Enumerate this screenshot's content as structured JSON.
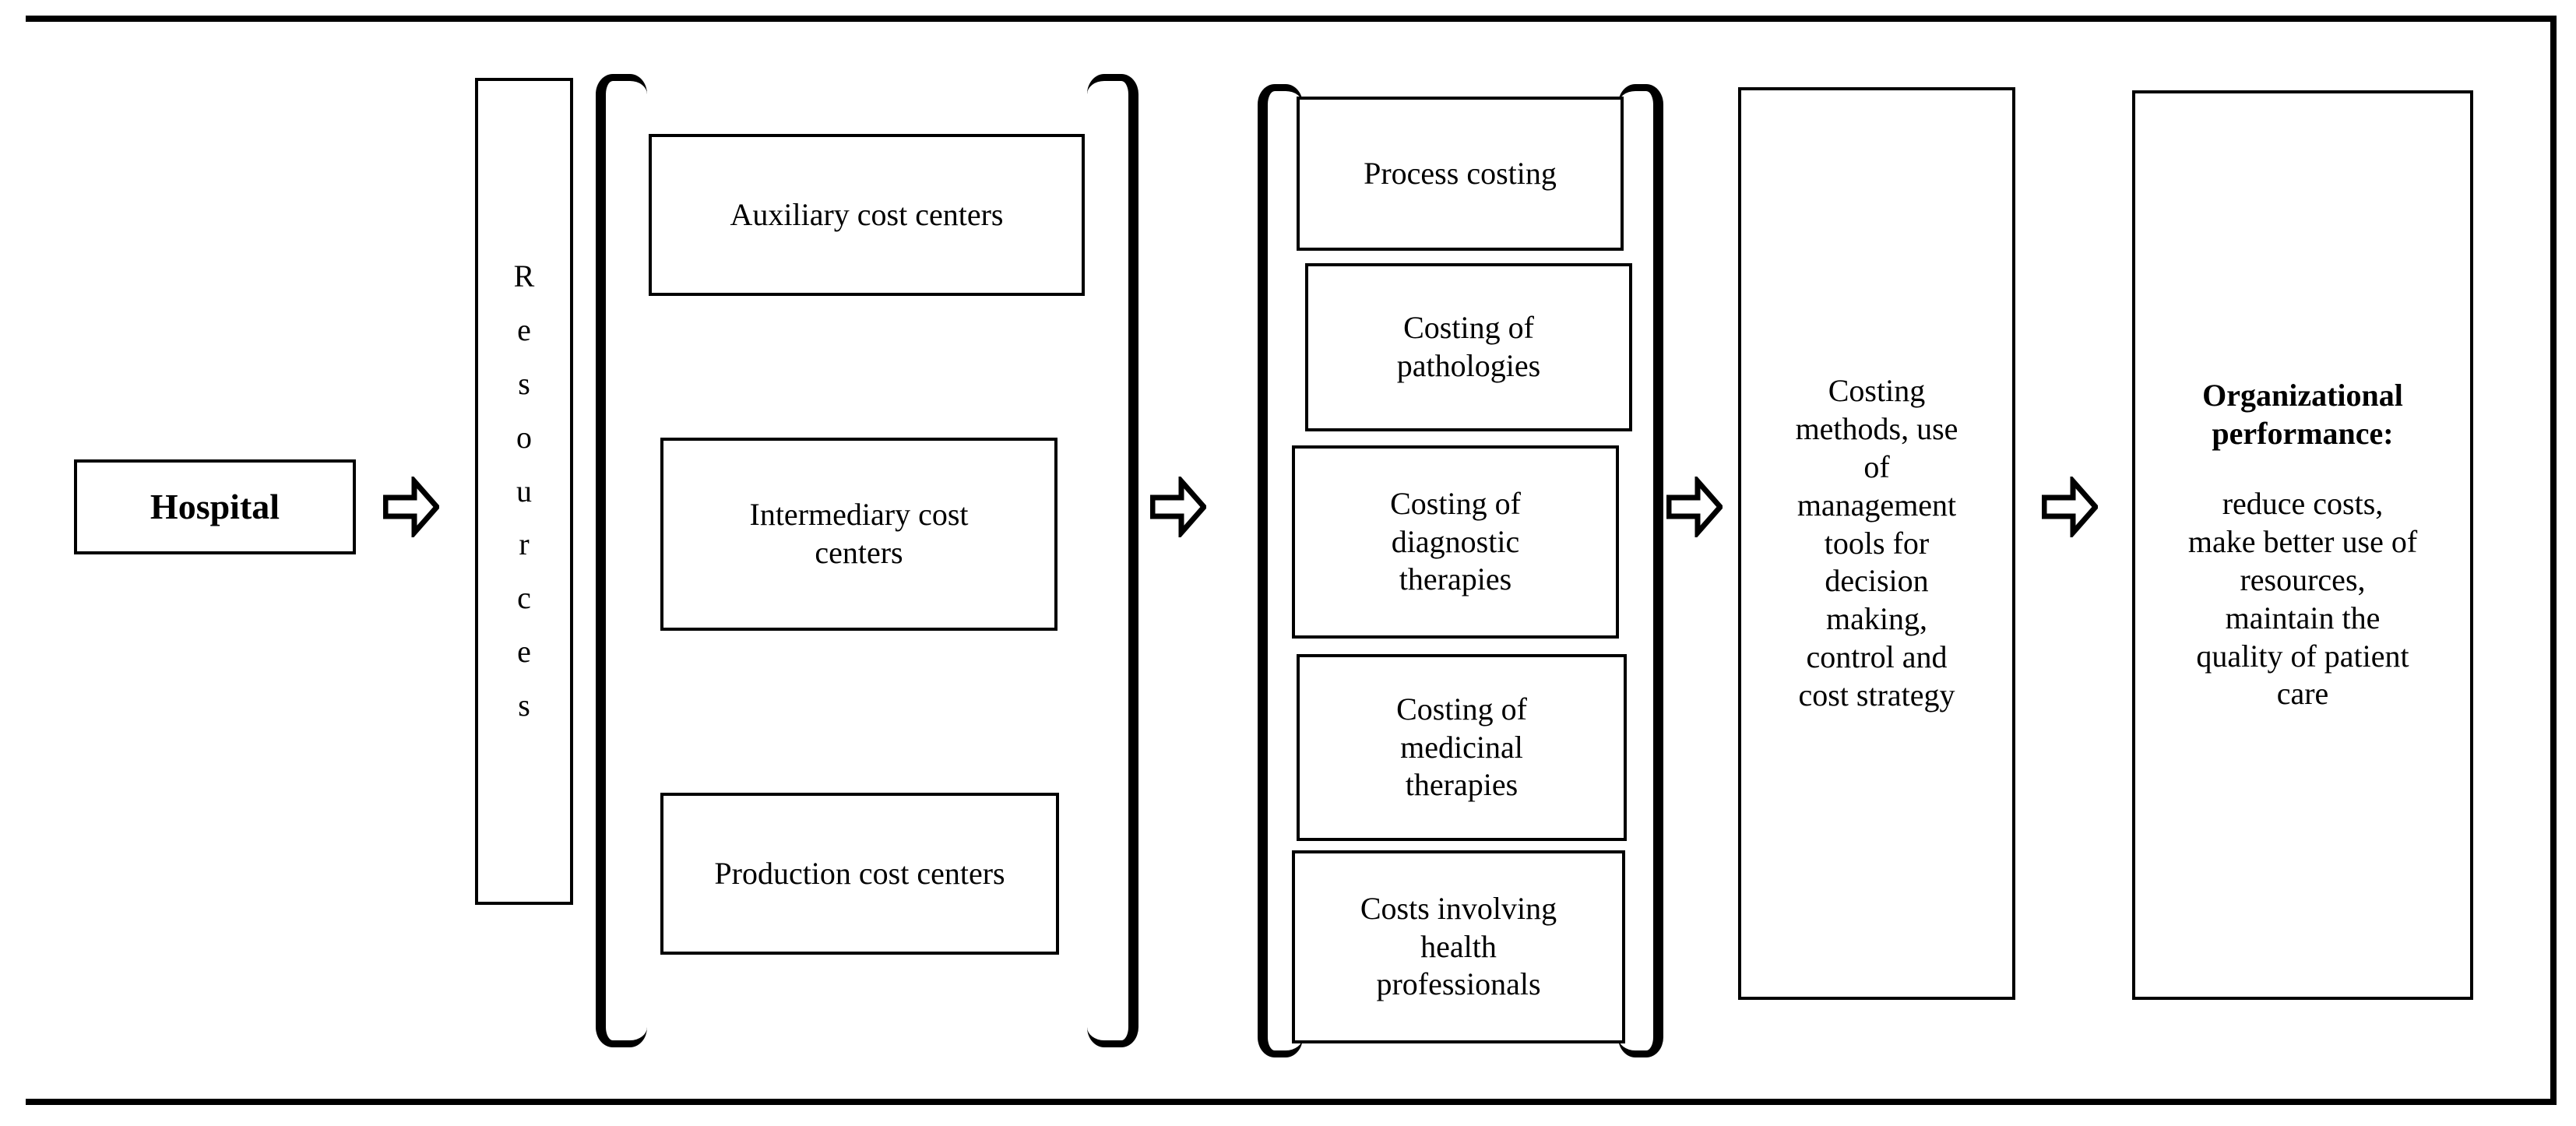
{
  "figure": {
    "title": "Hospital cost accounting to organizational performance flow diagram",
    "border_color": "#000000",
    "background_color": "#ffffff"
  },
  "stages": {
    "hospital": {
      "label": "Hospital"
    },
    "resources": {
      "label": "Resources",
      "letters": [
        "R",
        "e",
        "s",
        "o",
        "u",
        "r",
        "c",
        "e",
        "s"
      ]
    },
    "cost_centers": {
      "items": [
        {
          "label": "Auxiliary cost centers"
        },
        {
          "label": "Intermediary cost\ncenters"
        },
        {
          "label": "Production cost centers"
        }
      ]
    },
    "costing_objects": {
      "items": [
        {
          "label": "Process costing"
        },
        {
          "label": "Costing of\npathologies"
        },
        {
          "label": "Costing of\ndiagnostic\ntherapies"
        },
        {
          "label": "Costing of\nmedicinal\ntherapies"
        },
        {
          "label": "Costs involving\nhealth\nprofessionals"
        }
      ]
    },
    "methods": {
      "label": "Costing\nmethods,  use\nof\nmanagement\ntools for\ndecision\nmaking,\ncontrol and\ncost strategy"
    },
    "performance": {
      "heading": "Organizational\nperformance:",
      "body": "reduce costs,\nmake better use of\nresources,\nmaintain the\nquality of patient\ncare"
    }
  },
  "connectors": [
    {
      "name": "hospital-to-resources",
      "icon": "right-block-arrow-icon"
    },
    {
      "name": "cost-centers-to-costing-objects",
      "icon": "right-block-arrow-icon"
    },
    {
      "name": "costing-objects-to-methods",
      "icon": "right-block-arrow-icon"
    },
    {
      "name": "methods-to-performance",
      "icon": "right-block-arrow-icon"
    }
  ]
}
